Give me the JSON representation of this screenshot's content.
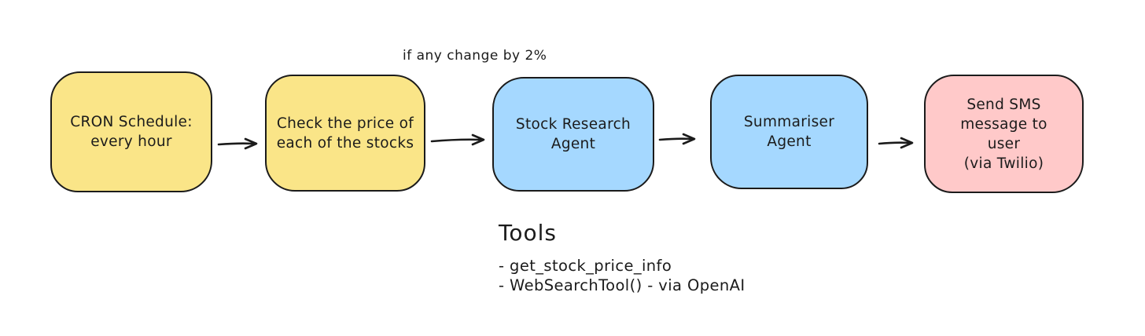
{
  "diagram": {
    "nodes": [
      {
        "id": "cron-schedule",
        "label": "CRON Schedule:\nevery hour",
        "fill": "#fae588"
      },
      {
        "id": "check-price",
        "label": "Check the price of\neach of the stocks",
        "fill": "#fae588"
      },
      {
        "id": "stock-research-agent",
        "label": "Stock Research\nAgent",
        "fill": "#a5d8ff"
      },
      {
        "id": "summariser-agent",
        "label": "Summariser Agent",
        "fill": "#a5d8ff"
      },
      {
        "id": "send-sms",
        "label": "Send SMS message to\nuser\n(via Twilio)",
        "fill": "#ffc9c9"
      }
    ],
    "edges": [
      {
        "from": "cron-schedule",
        "to": "check-price",
        "label": ""
      },
      {
        "from": "check-price",
        "to": "stock-research-agent",
        "label": "if any change by 2%"
      },
      {
        "from": "stock-research-agent",
        "to": "summariser-agent",
        "label": ""
      },
      {
        "from": "summariser-agent",
        "to": "send-sms",
        "label": ""
      }
    ]
  },
  "tools": {
    "title": "Tools",
    "items": [
      "- get_stock_price_info",
      "- WebSearchTool() - via OpenAI"
    ]
  },
  "colors": {
    "background": "#ffffff",
    "stroke": "#1b1b1b",
    "node_yellow": "#fae588",
    "node_blue": "#a5d8ff",
    "node_pink": "#ffc9c9"
  }
}
